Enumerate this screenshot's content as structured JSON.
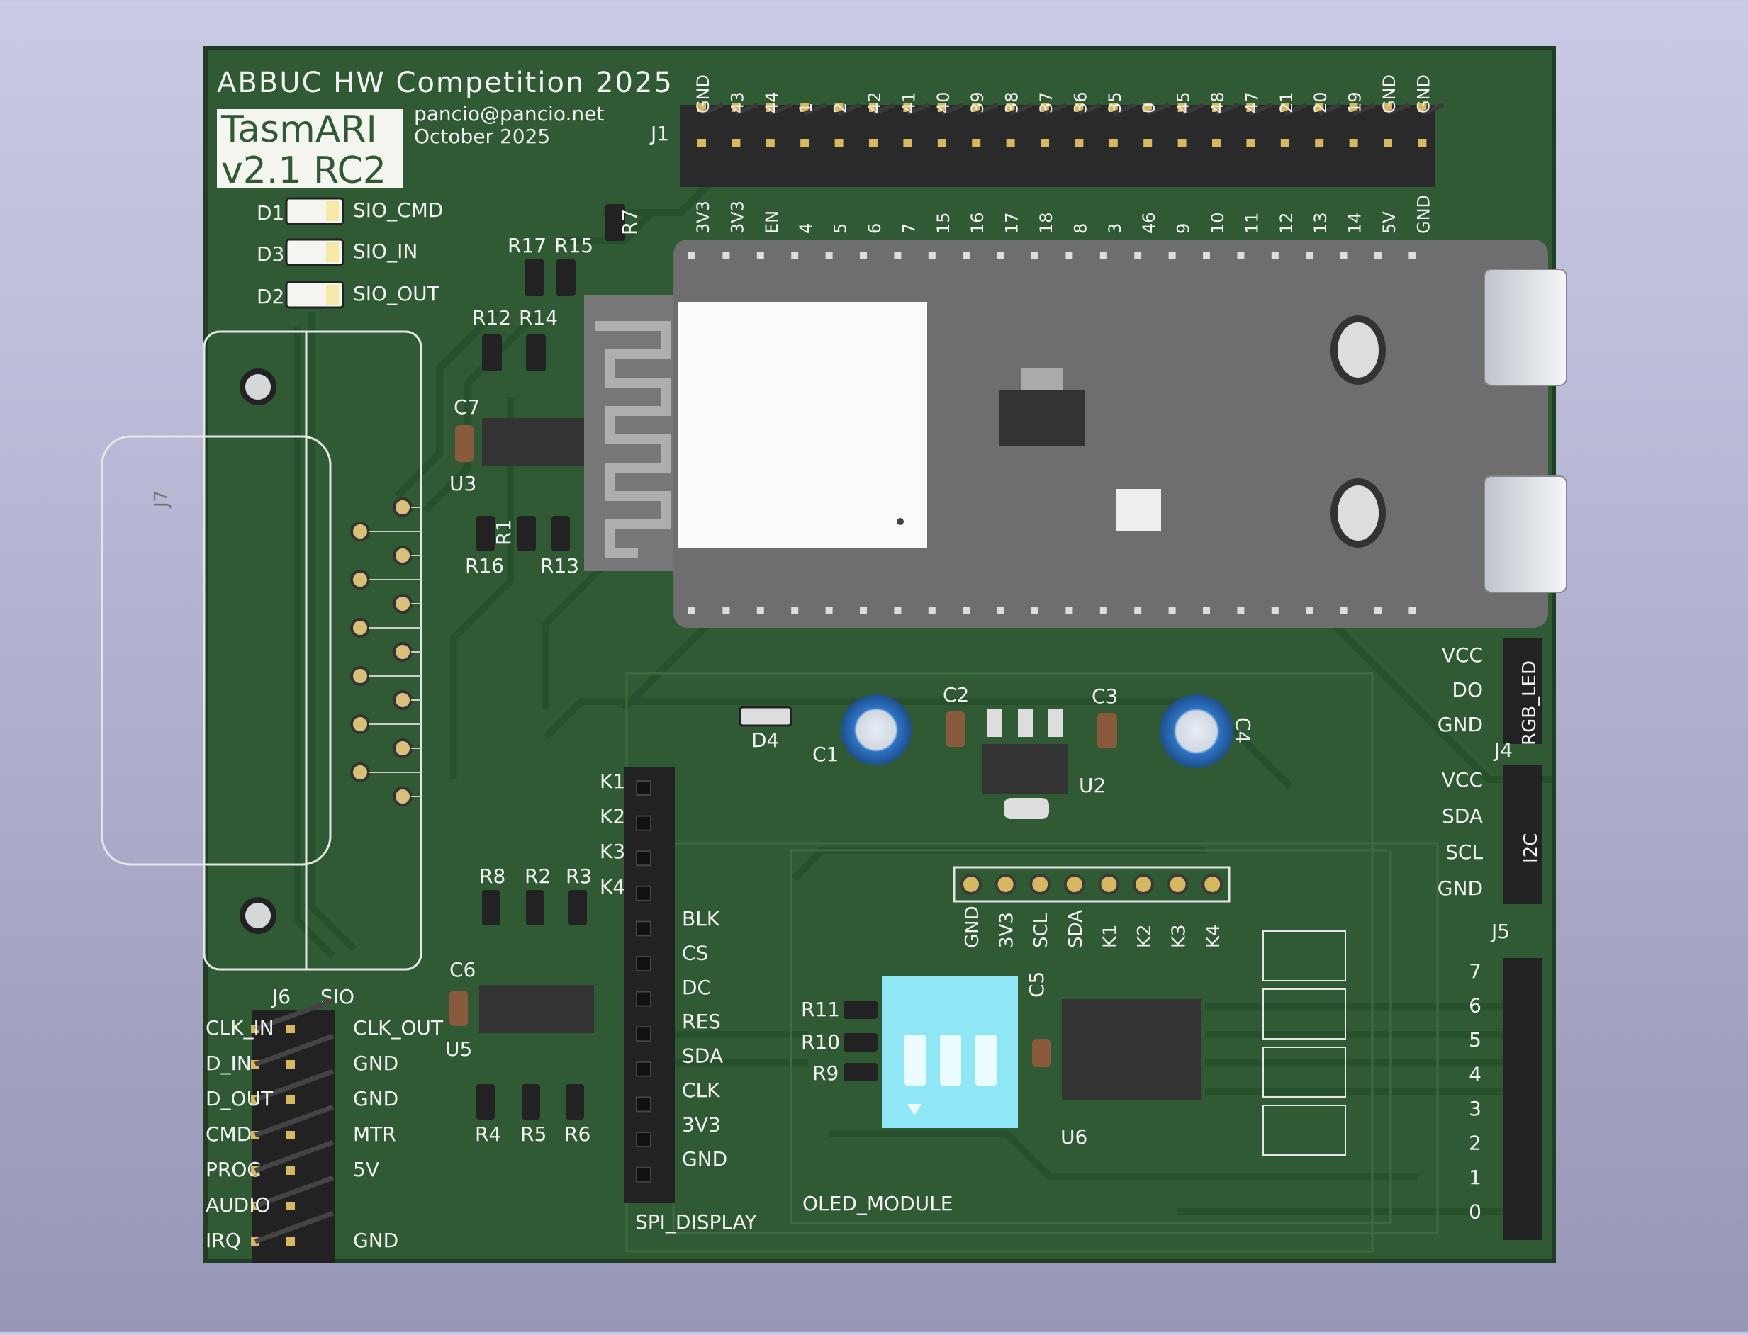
{
  "board": {
    "title": "ABBUC HW Competition 2025",
    "name_line1": "TasmARI",
    "name_line2": "v2.1 RC2",
    "email": "pancio@pancio.net",
    "date": "October 2025",
    "colors": {
      "background_top": "#c9cbe6",
      "background_bottom": "#9697b6",
      "pcb": "#2f5a34",
      "silkscreen": "#f2f2f2",
      "pad_gold": "#d6b860",
      "esp_module": "#6e6e6e",
      "dip_switch": "#8fe6f4",
      "capacitor_blue": "#2d73c4"
    }
  },
  "j1": {
    "ref": "J1",
    "top_labels": [
      "GND",
      "43",
      "44",
      "1",
      "2",
      "42",
      "41",
      "40",
      "39",
      "38",
      "37",
      "36",
      "35",
      "0",
      "45",
      "48",
      "47",
      "21",
      "20",
      "19",
      "GND",
      "GND"
    ],
    "bottom_labels": [
      "3V3",
      "3V3",
      "EN",
      "4",
      "5",
      "6",
      "7",
      "15",
      "16",
      "17",
      "18",
      "8",
      "3",
      "46",
      "9",
      "10",
      "11",
      "12",
      "13",
      "14",
      "5V",
      "GND"
    ]
  },
  "leds": [
    {
      "ref": "D1",
      "label": "SIO_CMD"
    },
    {
      "ref": "D3",
      "label": "SIO_IN"
    },
    {
      "ref": "D2",
      "label": "SIO_OUT"
    }
  ],
  "refs": {
    "r7": "R7",
    "r17": "R17",
    "r15": "R15",
    "r12": "R12",
    "r14": "R14",
    "c7": "C7",
    "u3": "U3",
    "r1": "R1",
    "r16": "R16",
    "r13": "R13",
    "j7": "J7",
    "d4": "D4",
    "c1": "C1",
    "c2": "C2",
    "c3": "C3",
    "c4": "C4",
    "u2": "U2",
    "r8": "R8",
    "r2": "R2",
    "r3": "R3",
    "c6": "C6",
    "u5": "U5",
    "r4": "R4",
    "r5": "R5",
    "r6": "R6",
    "r11": "R11",
    "r10": "R10",
    "r9": "R9",
    "c5": "C5",
    "u6": "U6",
    "j4": "J4",
    "j5": "J5",
    "j6": "J6"
  },
  "spi_display": {
    "title": "SPI_DISPLAY",
    "keys": [
      "K1",
      "K2",
      "K3",
      "K4"
    ],
    "pins": [
      "BLK",
      "CS",
      "DC",
      "RES",
      "SDA",
      "CLK",
      "3V3",
      "GND"
    ]
  },
  "oled_module": {
    "title": "OLED_MODULE",
    "pins": [
      "GND",
      "3V3",
      "SCL",
      "SDA",
      "K1",
      "K2",
      "K3",
      "K4"
    ]
  },
  "rgb_header": {
    "pins": [
      "VCC",
      "DO",
      "GND"
    ],
    "side_label": "RGB_LED"
  },
  "i2c_header": {
    "ref": "J4",
    "pins": [
      "VCC",
      "SDA",
      "SCL",
      "GND"
    ],
    "side_label": "I2C"
  },
  "io_header": {
    "ref": "J5",
    "pins": [
      "7",
      "6",
      "5",
      "4",
      "3",
      "2",
      "1",
      "0"
    ]
  },
  "sio_header": {
    "ref": "J6",
    "title": "SIO",
    "left_labels": [
      "CLK_IN",
      "D_IN",
      "D_OUT",
      "CMD",
      "PROC",
      "AUDIO",
      "IRQ"
    ],
    "right_labels": [
      "CLK_OUT",
      "GND",
      "GND",
      "MTR",
      "5V",
      "",
      "GND"
    ]
  }
}
